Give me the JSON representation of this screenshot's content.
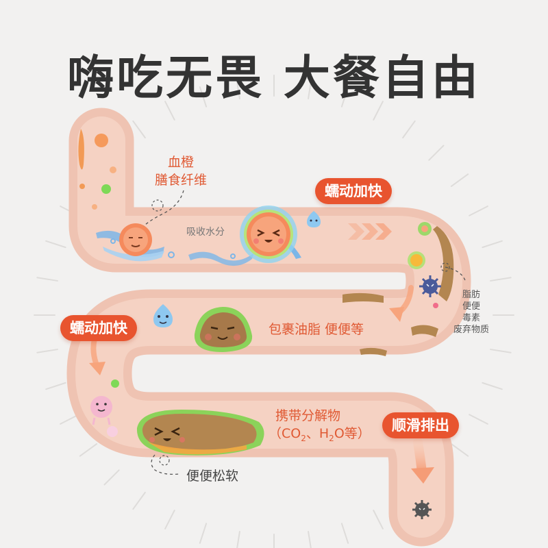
{
  "title": "嗨吃无畏 大餐自由",
  "colors": {
    "background": "#f2f1f0",
    "intestine": "#efc3b2",
    "intestine_inner": "#f6d9cc",
    "accent": "#e8542f",
    "label": "#e05a34",
    "waste": "#b38650",
    "green_outline": "#8bd35a",
    "water": "#7cb6e8"
  },
  "labels": {
    "blood_orange_line1": "血橙",
    "blood_orange_line2": "膳食纤维",
    "absorb_water": "吸收水分",
    "peristalsis_top": "蠕动加快",
    "peristalsis_left": "蠕动加快",
    "fat_list": [
      "脂肪",
      "便便",
      "毒素",
      "废弃物质"
    ],
    "wrap_fat": "包裹油脂 便便等",
    "decomposition_line1": "携带分解物",
    "decomposition_line2_prefix": "（CO",
    "decomposition_sub1": "2",
    "decomposition_mid": "、H",
    "decomposition_sub2": "2",
    "decomposition_suffix": "O等）",
    "smooth_discharge": "顺滑排出",
    "soft_stool": "便便松软"
  },
  "icons": [
    "orange-slice-icon",
    "water-drop-character-icon",
    "pink-bubble-character-icon",
    "fat-blob-icon",
    "toxin-germ-icon",
    "chevron-arrows-icon",
    "curved-arrow-icon"
  ]
}
